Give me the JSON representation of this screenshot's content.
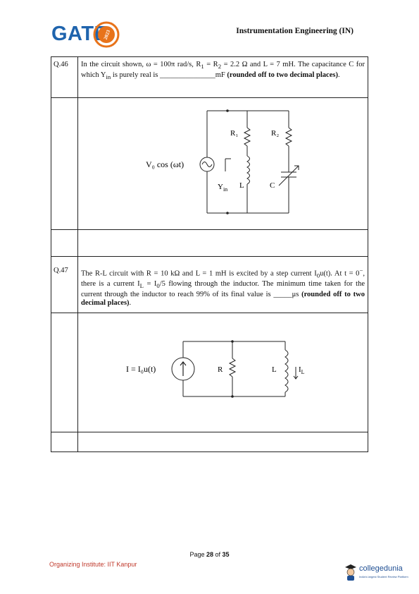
{
  "header": {
    "logo_text": "GATE",
    "logo_year": "2023",
    "title": "Instrumentation Engineering (IN)"
  },
  "q46": {
    "number": "Q.46",
    "text_html": "In the circuit shown, ω = 100π rad/s, R<sub>1</sub> = R<sub>2</sub> = 2.2 Ω and L = 7 mH. The capacitance C for which Y<sub>in</sub> is purely real is _______________mF <b>(rounded off to two decimal places)</b>.",
    "figure": {
      "source_label": "V₀ cos (ωt)",
      "r1": "R₁",
      "r2": "R₂",
      "l": "L",
      "c": "C",
      "yin": "Y",
      "yin_sub": "in"
    }
  },
  "q47": {
    "number": "Q.47",
    "text_html": "The R-L circuit with R = 10 kΩ and L = 1 mH is excited by a step current I<sub>0</sub>u(t). At t = 0<sup>−</sup>, there is a current I<sub>L</sub> = I<sub>0</sub>/5 flowing through the inductor. The minimum time taken for the current through the inductor to reach 99% of its final value is _____μs <b>(rounded off to two decimal places)</b>.",
    "figure": {
      "source_label": "I = I₀u(t)",
      "r": "R",
      "l": "L",
      "il": "I",
      "il_sub": "L"
    }
  },
  "footer": {
    "organizer": "Organizing Institute: IIT Kanpur",
    "page_prefix": "Page ",
    "page_current": "28",
    "page_mid": " of ",
    "page_total": "35",
    "brand": "collegedunia",
    "tagline": "India's largest Student Review Platform"
  }
}
